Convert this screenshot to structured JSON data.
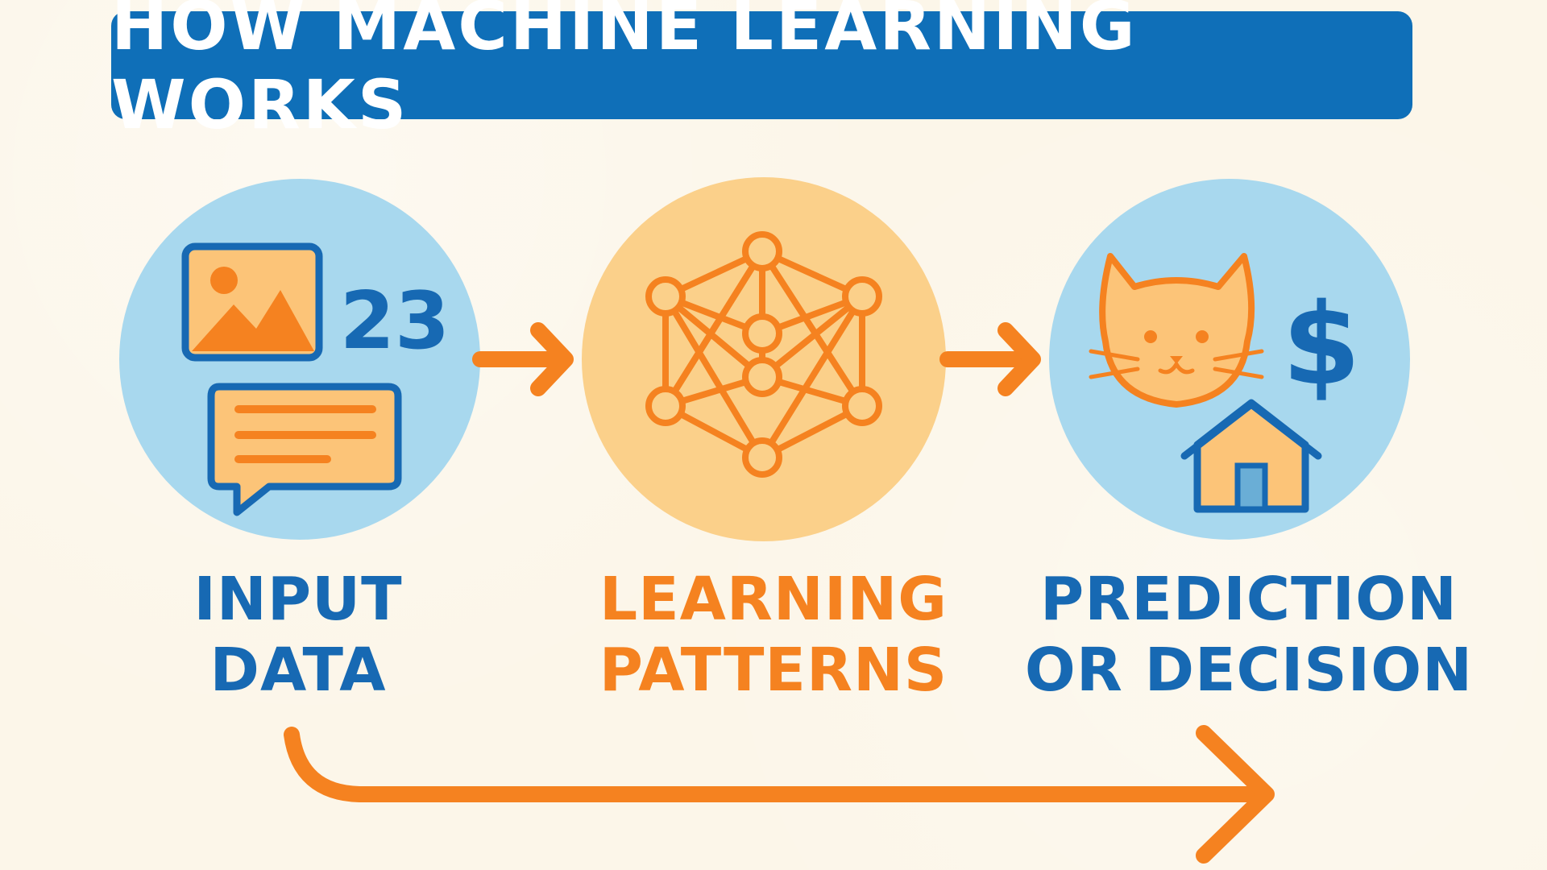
{
  "title": "HOW MACHINE LEARNING WORKS",
  "steps": [
    {
      "line1": "INPUT",
      "line2": "DATA"
    },
    {
      "line1": "LEARNING",
      "line2": "PATTERNS"
    },
    {
      "line1": "PREDICTION",
      "line2": "OR DECISION"
    }
  ],
  "input_number": "23",
  "currency_symbol": "$",
  "colors": {
    "blue": "#1769b3",
    "banner_blue": "#0f6fb8",
    "light_blue": "#a8d8ee",
    "orange": "#f58220",
    "light_orange": "#fbd08a",
    "icon_fill": "#fcc478",
    "background": "#fcf6e9"
  },
  "icons": [
    "image-icon",
    "chat-bubble-icon",
    "neural-network-icon",
    "cat-icon",
    "dollar-icon",
    "house-icon"
  ]
}
